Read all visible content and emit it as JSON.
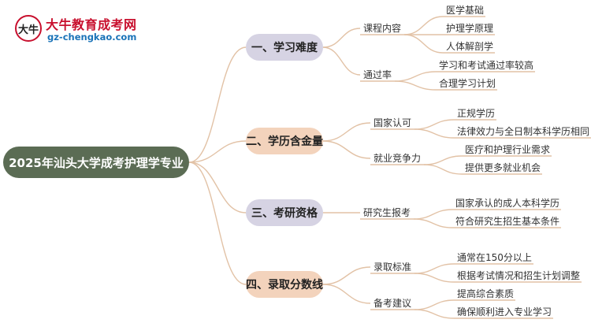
{
  "logo": {
    "name": "大牛教育成考网",
    "url": "gz-chengkao.com",
    "mark_text": "大牛"
  },
  "colors": {
    "root": "#5b6c54",
    "branch_1": "#d6d3e3",
    "branch_2": "#f3d3bc",
    "branch_3": "#d6d3e3",
    "branch_4": "#f3d3bc",
    "line": "#e2c2a6",
    "logo_red": "#c8102e",
    "logo_blue": "#1a73b8"
  },
  "mindmap": {
    "root": "2025年汕头大学成考护理学专业",
    "branches": [
      {
        "label": "一、学习难度",
        "subs": [
          {
            "label": "课程内容",
            "leaves": [
              "医学基础",
              "护理学原理",
              "人体解剖学"
            ]
          },
          {
            "label": "通过率",
            "leaves": [
              "学习和考试通过率较高",
              "合理学习计划"
            ]
          }
        ]
      },
      {
        "label": "二、学历含金量",
        "subs": [
          {
            "label": "国家认可",
            "leaves": [
              "正规学历",
              "法律效力与全日制本科学历相同"
            ]
          },
          {
            "label": "就业竞争力",
            "leaves": [
              "医疗和护理行业需求",
              "提供更多就业机会"
            ]
          }
        ]
      },
      {
        "label": "三、考研资格",
        "subs": [
          {
            "label": "研究生报考",
            "leaves": [
              "国家承认的成人本科学历",
              "符合研究生招生基本条件"
            ]
          }
        ]
      },
      {
        "label": "四、录取分数线",
        "subs": [
          {
            "label": "录取标准",
            "leaves": [
              "通常在150分以上",
              "根据考试情况和招生计划调整"
            ]
          },
          {
            "label": "备考建议",
            "leaves": [
              "提高综合素质",
              "确保顺利进入专业学习"
            ]
          }
        ]
      }
    ]
  }
}
